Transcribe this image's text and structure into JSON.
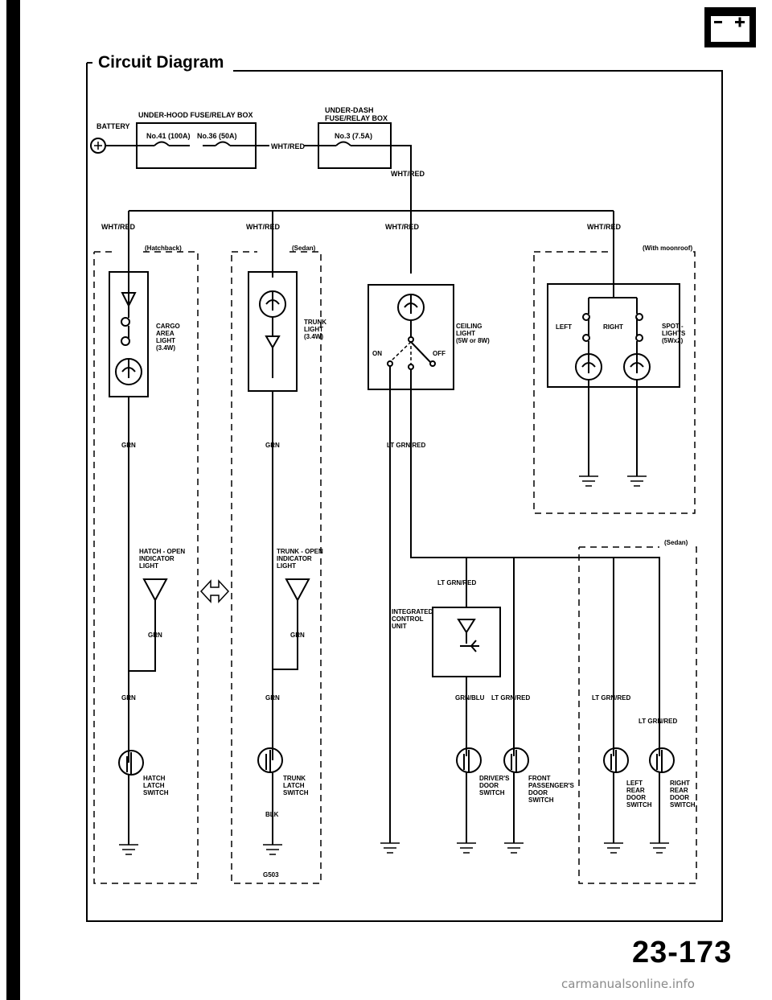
{
  "header": {
    "title": "Circuit Diagram",
    "battery_icon": "battery-icon"
  },
  "supply": {
    "battery": "BATTERY",
    "underhood_box": "UNDER-HOOD FUSE/RELAY BOX",
    "fuse_41": "No.41 (100A)",
    "fuse_36": "No.36 (50A)",
    "underdash_box_line1": "UNDER-DASH",
    "underdash_box_line2": "FUSE/RELAY BOX",
    "fuse_3": "No.3 (7.5A)",
    "wire_a": "WHT/RED",
    "wire_b": "WHT/RED"
  },
  "branches": {
    "b1_wire": "WHT/RED",
    "b2_wire": "WHT/RED",
    "b3_wire": "WHT/RED",
    "b4_wire": "WHT/RED"
  },
  "variants": {
    "hatchback": "(Hatchback)",
    "sedan": "(Sedan)",
    "moonroof": "(With moonroof)",
    "sedan2": "(Sedan)"
  },
  "components": {
    "cargo_l1": "CARGO",
    "cargo_l2": "AREA",
    "cargo_l3": "LIGHT",
    "cargo_l4": "(3.4W)",
    "trunk_l1": "TRUNK",
    "trunk_l2": "LIGHT",
    "trunk_l3": "(3.4W)",
    "ceil_l1": "CEILING",
    "ceil_l2": "LIGHT",
    "ceil_l3": "(5W or 8W)",
    "ceil_on": "ON",
    "ceil_off": "OFF",
    "spot_left": "LEFT",
    "spot_right": "RIGHT",
    "spot_l1": "SPOT -",
    "spot_l2": "LIGHTS",
    "spot_l3": "(5Wx2)",
    "hatch_ind_l1": "HATCH - OPEN",
    "hatch_ind_l2": "INDICATOR",
    "hatch_ind_l3": "LIGHT",
    "trunk_ind_l1": "TRUNK - OPEN",
    "trunk_ind_l2": "INDICATOR",
    "trunk_ind_l3": "LIGHT",
    "icu_l1": "INTEGRATED",
    "icu_l2": "CONTROL",
    "icu_l3": "UNIT",
    "hatch_sw_l1": "HATCH",
    "hatch_sw_l2": "LATCH",
    "hatch_sw_l3": "SWITCH",
    "trunk_sw_l1": "TRUNK",
    "trunk_sw_l2": "LATCH",
    "trunk_sw_l3": "SWITCH",
    "drv_l1": "DRIVER'S",
    "drv_l2": "DOOR",
    "drv_l3": "SWITCH",
    "fp_l1": "FRONT",
    "fp_l2": "PASSENGER'S",
    "fp_l3": "DOOR",
    "fp_l4": "SWITCH",
    "lr_l1": "LEFT",
    "lr_l2": "REAR",
    "lr_l3": "DOOR",
    "lr_l4": "SWITCH",
    "rr_l1": "RIGHT",
    "rr_l2": "REAR",
    "rr_l3": "DOOR",
    "rr_l4": "SWITCH"
  },
  "wires": {
    "grn_a": "GRN",
    "grn_b": "GRN",
    "grn_c": "GRN",
    "grn_d": "GRN",
    "grn_e": "GRN",
    "grn_f": "GRN",
    "ltgrnred_a": "LT GRN/RED",
    "ltgrnred_b": "LT GRN/RED",
    "grnblu": "GRN/BLU",
    "ltgrnred_c": "LT GRN/RED",
    "ltgrnred_d": "LT GRN/RED",
    "ltgrnred_e": "LT GRN/RED",
    "blk": "BLK",
    "ground_g503": "G503"
  },
  "footer": {
    "page_number": "23-173",
    "watermark": "carmanualsonline.info"
  }
}
